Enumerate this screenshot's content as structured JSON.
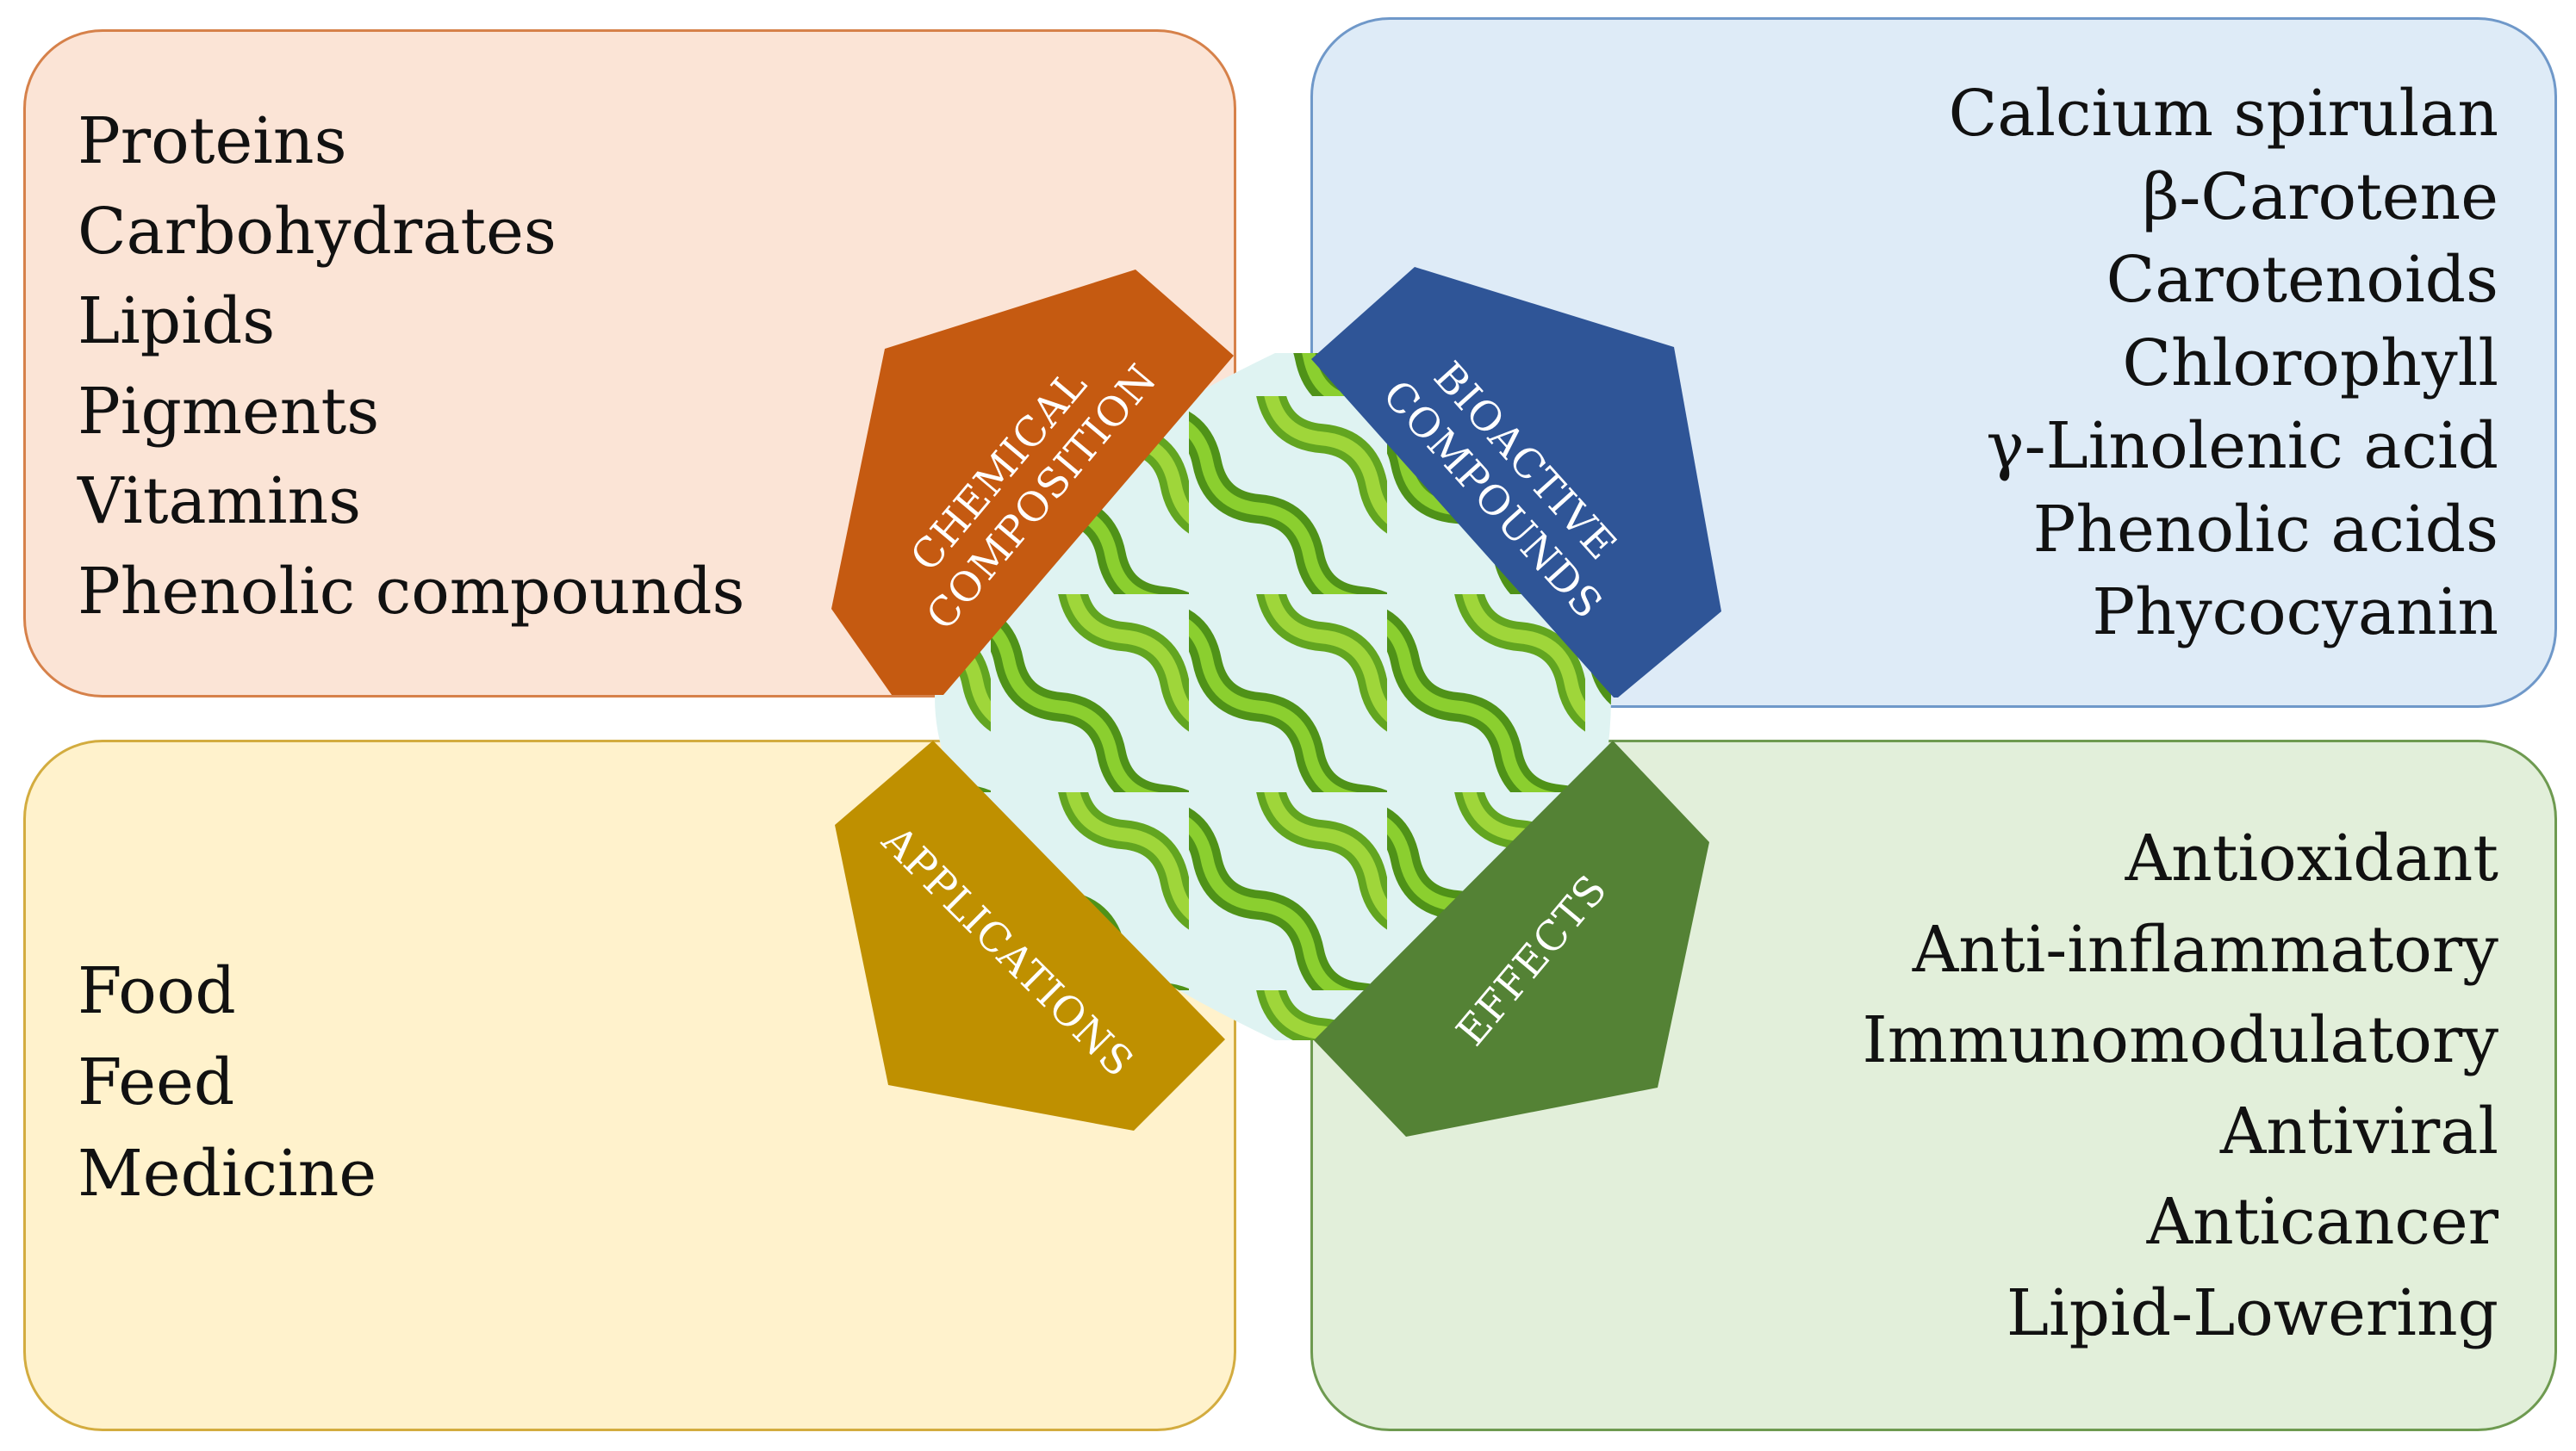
{
  "chemical_composition": {
    "tab": [
      "CHEMICAL",
      "COMPOSITION"
    ],
    "items": [
      "Proteins",
      "Carbohydrates",
      "Lipids",
      "Pigments",
      "Vitamins",
      "Phenolic compounds"
    ],
    "color": "#c55a11"
  },
  "bioactive_compounds": {
    "tab": [
      "BIOACTIVE",
      "COMPOUNDS"
    ],
    "items": [
      "Calcium spirulan",
      "β-Carotene",
      "Carotenoids",
      "Chlorophyll",
      "γ-Linolenic acid",
      "Phenolic acids",
      "Phycocyanin"
    ],
    "color": "#2f5597"
  },
  "applications": {
    "tab": [
      "APPLICATIONS"
    ],
    "items": [
      "Food",
      "Feed",
      "Medicine"
    ],
    "color": "#bf9000"
  },
  "effects": {
    "tab": [
      "EFFECTS"
    ],
    "items": [
      "Antioxidant",
      "Anti-inflammatory",
      "Immunomodulatory",
      "Antiviral",
      "Anticancer",
      "Lipid-Lowering"
    ],
    "color": "#548235"
  },
  "center_image": "spirulina-microscopy-image"
}
